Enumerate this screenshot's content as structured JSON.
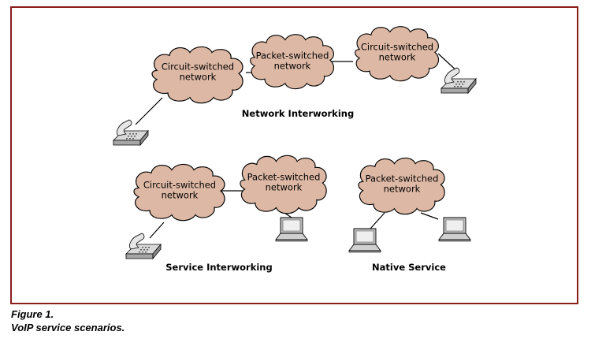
{
  "networks": {
    "ni_circuit_1": "Circuit-switched\nnetwork",
    "ni_packet": "Packet-switched\nnetwork",
    "ni_circuit_2": "Circuit-switched\nnetwork",
    "si_circuit": "Circuit-switched\nnetwork",
    "si_packet": "Packet-switched\nnetwork",
    "ns_packet": "Packet-switched\nnetwork"
  },
  "scenarios": {
    "network_interworking": "Network Interworking",
    "service_interworking": "Service Interworking",
    "native_service": "Native Service"
  },
  "caption": {
    "figure": "Figure 1.",
    "title": "VoIP service scenarios."
  },
  "colors": {
    "cloud_fill": "#ddb8a4",
    "frame": "#8b1c1c"
  },
  "icons": [
    "telephone-icon",
    "laptop-icon"
  ]
}
